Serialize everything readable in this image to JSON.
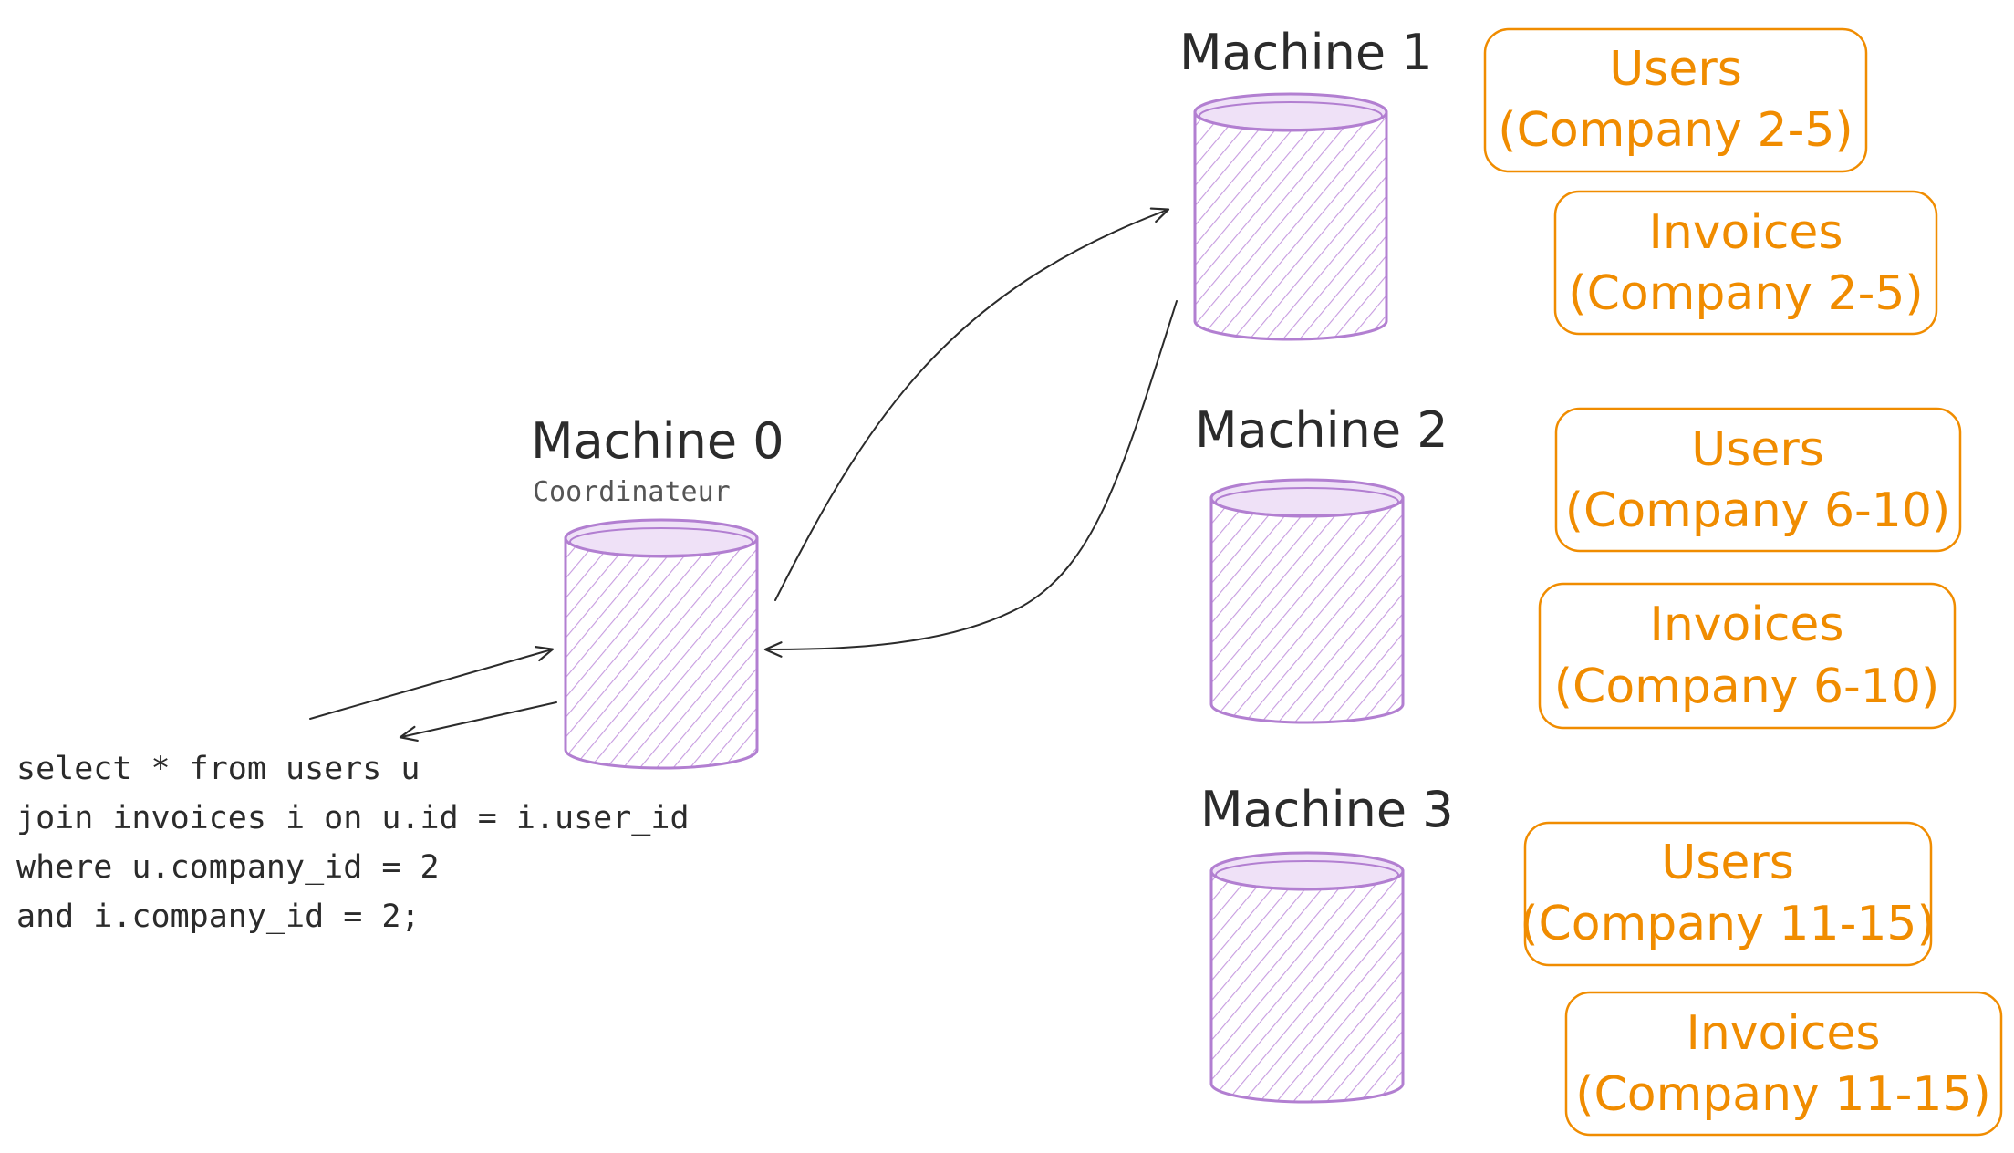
{
  "machines": [
    {
      "title": "Machine 0",
      "subtitle": "Coordinateur"
    },
    {
      "title": "Machine 1"
    },
    {
      "title": "Machine 2"
    },
    {
      "title": "Machine 3"
    }
  ],
  "query": {
    "lines": [
      "select * from users u",
      "join invoices i on u.id = i.user_id",
      "where u.company_id = 2",
      "and i.company_id = 2;"
    ]
  },
  "shards": [
    {
      "table": "Users",
      "range": "(Company 2-5)"
    },
    {
      "table": "Invoices",
      "range": "(Company 2-5)"
    },
    {
      "table": "Users",
      "range": "(Company 6-10)"
    },
    {
      "table": "Invoices",
      "range": "(Company 6-10)"
    },
    {
      "table": "Users",
      "range": "(Company 11-15)"
    },
    {
      "table": "Invoices",
      "range": "(Company 11-15)"
    }
  ],
  "colors": {
    "database": "#b27fd1",
    "shard": "#f08c00",
    "text": "#2b2b2b"
  }
}
